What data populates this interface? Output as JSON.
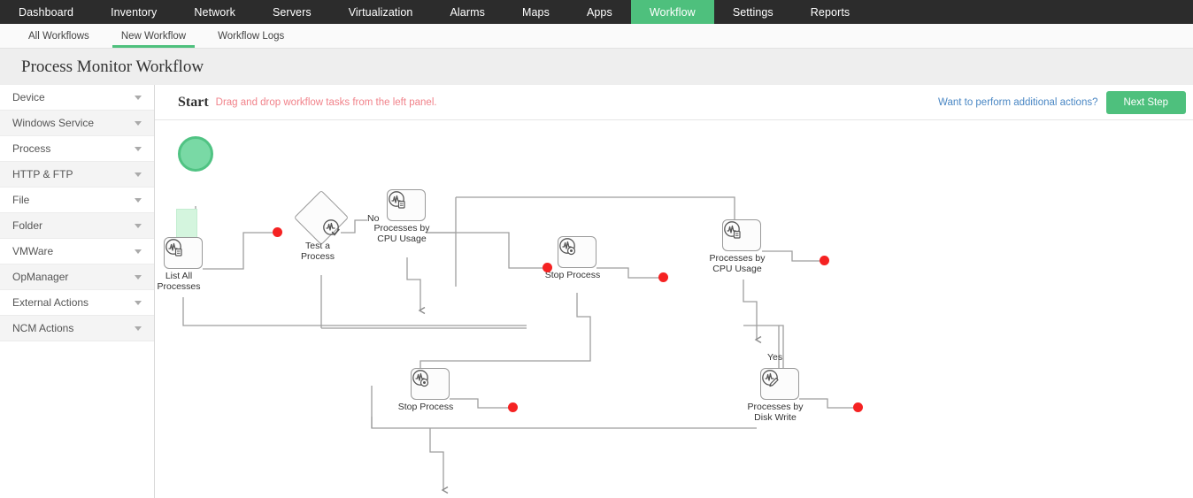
{
  "topnav": {
    "items": [
      {
        "label": "Dashboard",
        "active": false
      },
      {
        "label": "Inventory",
        "active": false
      },
      {
        "label": "Network",
        "active": false
      },
      {
        "label": "Servers",
        "active": false
      },
      {
        "label": "Virtualization",
        "active": false
      },
      {
        "label": "Alarms",
        "active": false
      },
      {
        "label": "Maps",
        "active": false
      },
      {
        "label": "Apps",
        "active": false
      },
      {
        "label": "Workflow",
        "active": true
      },
      {
        "label": "Settings",
        "active": false
      },
      {
        "label": "Reports",
        "active": false
      }
    ],
    "active_bg": "#4ec07d",
    "bar_bg": "#2c2c2c"
  },
  "subnav": {
    "items": [
      {
        "label": "All Workflows",
        "active": false
      },
      {
        "label": "New Workflow",
        "active": true
      },
      {
        "label": "Workflow Logs",
        "active": false
      }
    ],
    "underline_color": "#4ec07d"
  },
  "page": {
    "title": "Process Monitor Workflow"
  },
  "sidebar": {
    "items": [
      {
        "label": "Device"
      },
      {
        "label": "Windows Service"
      },
      {
        "label": "Process"
      },
      {
        "label": "HTTP & FTP"
      },
      {
        "label": "File"
      },
      {
        "label": "Folder"
      },
      {
        "label": "VMWare"
      },
      {
        "label": "OpManager"
      },
      {
        "label": "External Actions"
      },
      {
        "label": "NCM Actions"
      }
    ]
  },
  "canvas_header": {
    "start_label": "Start",
    "hint": "Drag and drop workflow tasks from the left panel.",
    "hint_color": "#f1828a",
    "additional_actions_link": "Want to perform additional actions?",
    "link_color": "#4a87c4",
    "next_step_button": "Next Step",
    "next_step_color": "#4ec07d"
  },
  "workflow": {
    "start_node": {
      "name": "start",
      "color": "#79d9a5",
      "border": "#50c383"
    },
    "dropzone_color": "#d4f5de",
    "dot_color": "#f52222",
    "nodes": [
      {
        "id": "n1",
        "label": "List All Processes",
        "icon": "gauge-list-icon",
        "shape": "box"
      },
      {
        "id": "n2",
        "label": "Test a Process",
        "icon": "gauge-check-icon",
        "shape": "diamond"
      },
      {
        "id": "n3",
        "label": "Processes by CPU Usage",
        "icon": "gauge-list-icon",
        "shape": "box"
      },
      {
        "id": "n4",
        "label": "Stop Process",
        "icon": "gauge-stop-icon",
        "shape": "box"
      },
      {
        "id": "n5",
        "label": "Processes by CPU Usage",
        "icon": "gauge-list-icon",
        "shape": "box"
      },
      {
        "id": "n6",
        "label": "Stop Process",
        "icon": "gauge-stop-icon",
        "shape": "box"
      },
      {
        "id": "n7",
        "label": "Processes by Disk Write",
        "icon": "gauge-edit-icon",
        "shape": "box"
      }
    ],
    "edge_labels": [
      {
        "id": "e-no",
        "text": "No"
      },
      {
        "id": "e-yes",
        "text": "Yes"
      }
    ]
  }
}
